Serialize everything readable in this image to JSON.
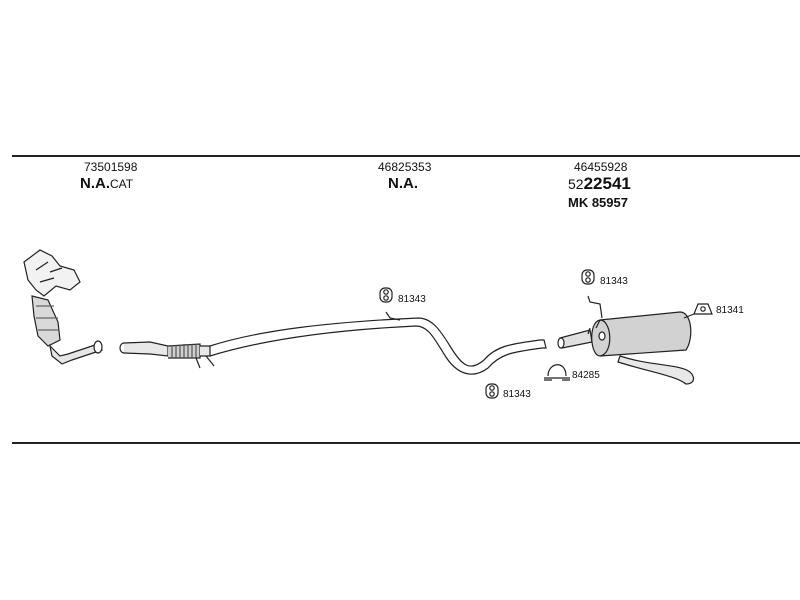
{
  "headings": {
    "left": {
      "number": "73501598",
      "code_main": "N.A.",
      "code_suffix": "CAT"
    },
    "middle": {
      "number": "46825353",
      "code_main": "N.A."
    },
    "right": {
      "number": "46455928",
      "code_prefix": "52",
      "code_main": "22541",
      "mk": "MK 85957"
    }
  },
  "parts": {
    "hanger_mid_top": "81343",
    "hanger_mid_bottom": "81343",
    "clamp": "84285",
    "hanger_rear_top": "81343",
    "hanger_rear_right": "81341"
  }
}
